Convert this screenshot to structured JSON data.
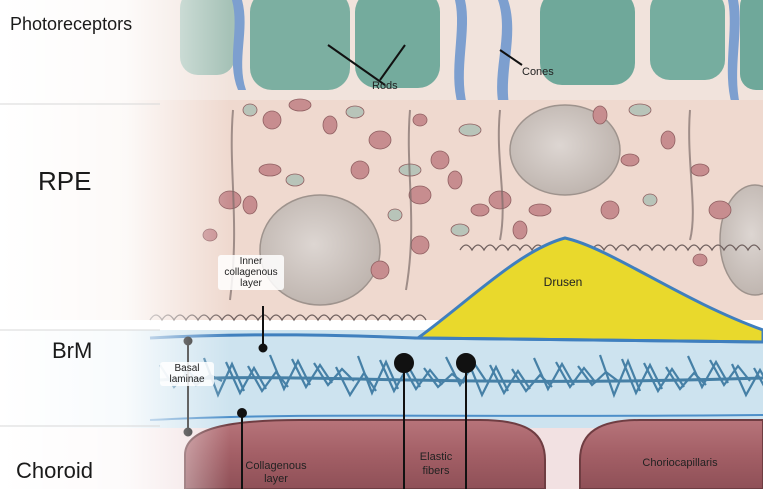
{
  "layers": {
    "photoreceptors": "Photoreceptors",
    "rpe": "RPE",
    "brm": "BrM",
    "choroid": "Choroid"
  },
  "annotations": {
    "rods": "Rods",
    "cones": "Cones",
    "drusen": "Drusen",
    "inner_collagenous": [
      "Inner",
      "collagenous",
      "layer"
    ],
    "basal_laminae": [
      "Basal",
      "laminae"
    ],
    "collagenous_layer": [
      "Collagenous",
      "layer"
    ],
    "elastic_fibers": [
      "Elastic",
      "fibers"
    ],
    "choriocapillaris": "Choriocapillaris"
  },
  "colors": {
    "rods": "#6fa89a",
    "cones_blue": "#7d9fcf",
    "rpe_cytoplasm": "#efd9cf",
    "nucleus": "#c9c1bd",
    "melanosome": "#c78d8f",
    "drusen": "#e9d92c",
    "brm_blue": "#3f7fbe",
    "elastic": "#2f6f9a",
    "choroid": "#a8666a"
  }
}
